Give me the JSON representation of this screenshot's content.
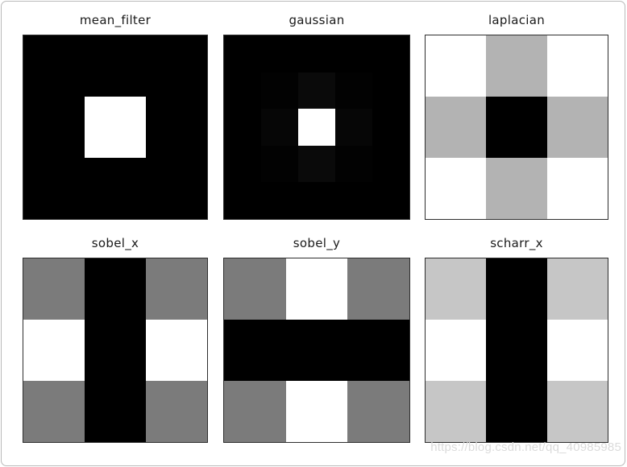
{
  "figure": {
    "background": "#ffffff",
    "border_color": "#b9b9b9",
    "axes_border_color": "#2e2e2e",
    "title_color": "#1a1a1a",
    "watermark": "https://blog.csdn.net/qq_40985985",
    "watermark_color": "#dbdbdb"
  },
  "chart_data": [
    {
      "type": "heatmap",
      "title": "mean_filter",
      "colormap": "gray",
      "grid": "3x3",
      "values": [
        [
          0,
          0,
          0
        ],
        [
          0,
          255,
          0
        ],
        [
          0,
          0,
          0
        ]
      ]
    },
    {
      "type": "heatmap",
      "title": "gaussian",
      "colormap": "gray",
      "grid": "5x5",
      "values": [
        [
          0,
          0,
          0,
          0,
          0
        ],
        [
          0,
          2,
          10,
          2,
          0
        ],
        [
          0,
          6,
          255,
          6,
          0
        ],
        [
          0,
          2,
          10,
          2,
          0
        ],
        [
          0,
          0,
          0,
          0,
          0
        ]
      ]
    },
    {
      "type": "heatmap",
      "title": "laplacian",
      "colormap": "gray",
      "grid": "3x3",
      "values": [
        [
          255,
          179,
          255
        ],
        [
          179,
          0,
          179
        ],
        [
          255,
          179,
          255
        ]
      ]
    },
    {
      "type": "heatmap",
      "title": "sobel_x",
      "colormap": "gray",
      "grid": "3x3",
      "values": [
        [
          123,
          0,
          123
        ],
        [
          255,
          0,
          255
        ],
        [
          123,
          0,
          123
        ]
      ]
    },
    {
      "type": "heatmap",
      "title": "sobel_y",
      "colormap": "gray",
      "grid": "3x3",
      "values": [
        [
          123,
          255,
          123
        ],
        [
          0,
          0,
          0
        ],
        [
          123,
          255,
          123
        ]
      ]
    },
    {
      "type": "heatmap",
      "title": "scharr_x",
      "colormap": "gray",
      "grid": "3x3",
      "values": [
        [
          198,
          0,
          198
        ],
        [
          255,
          0,
          255
        ],
        [
          198,
          0,
          198
        ]
      ]
    }
  ]
}
